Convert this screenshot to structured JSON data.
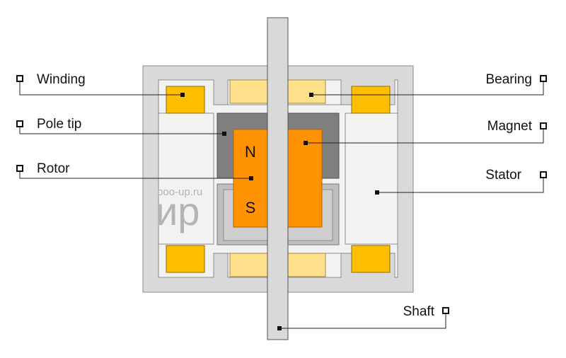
{
  "watermark": {
    "site": "ooo-up.ru",
    "logo": "ир"
  },
  "poles": {
    "north": "N",
    "south": "S"
  },
  "labels": {
    "winding": "Winding",
    "pole_tip": "Pole tip",
    "rotor": "Rotor",
    "bearing": "Bearing",
    "magnet": "Magnet",
    "stator": "Stator",
    "shaft": "Shaft"
  },
  "colors": {
    "housing": "#d8d8d8",
    "stator": "#f2f2f2",
    "winding": "#ffbf00",
    "bearing": "#ffe08a",
    "pole_tip": "#7f7f7f",
    "rotor_lower": "#c0c0c0",
    "magnet": "#ff9200",
    "shaft": "#d9d9d9"
  }
}
